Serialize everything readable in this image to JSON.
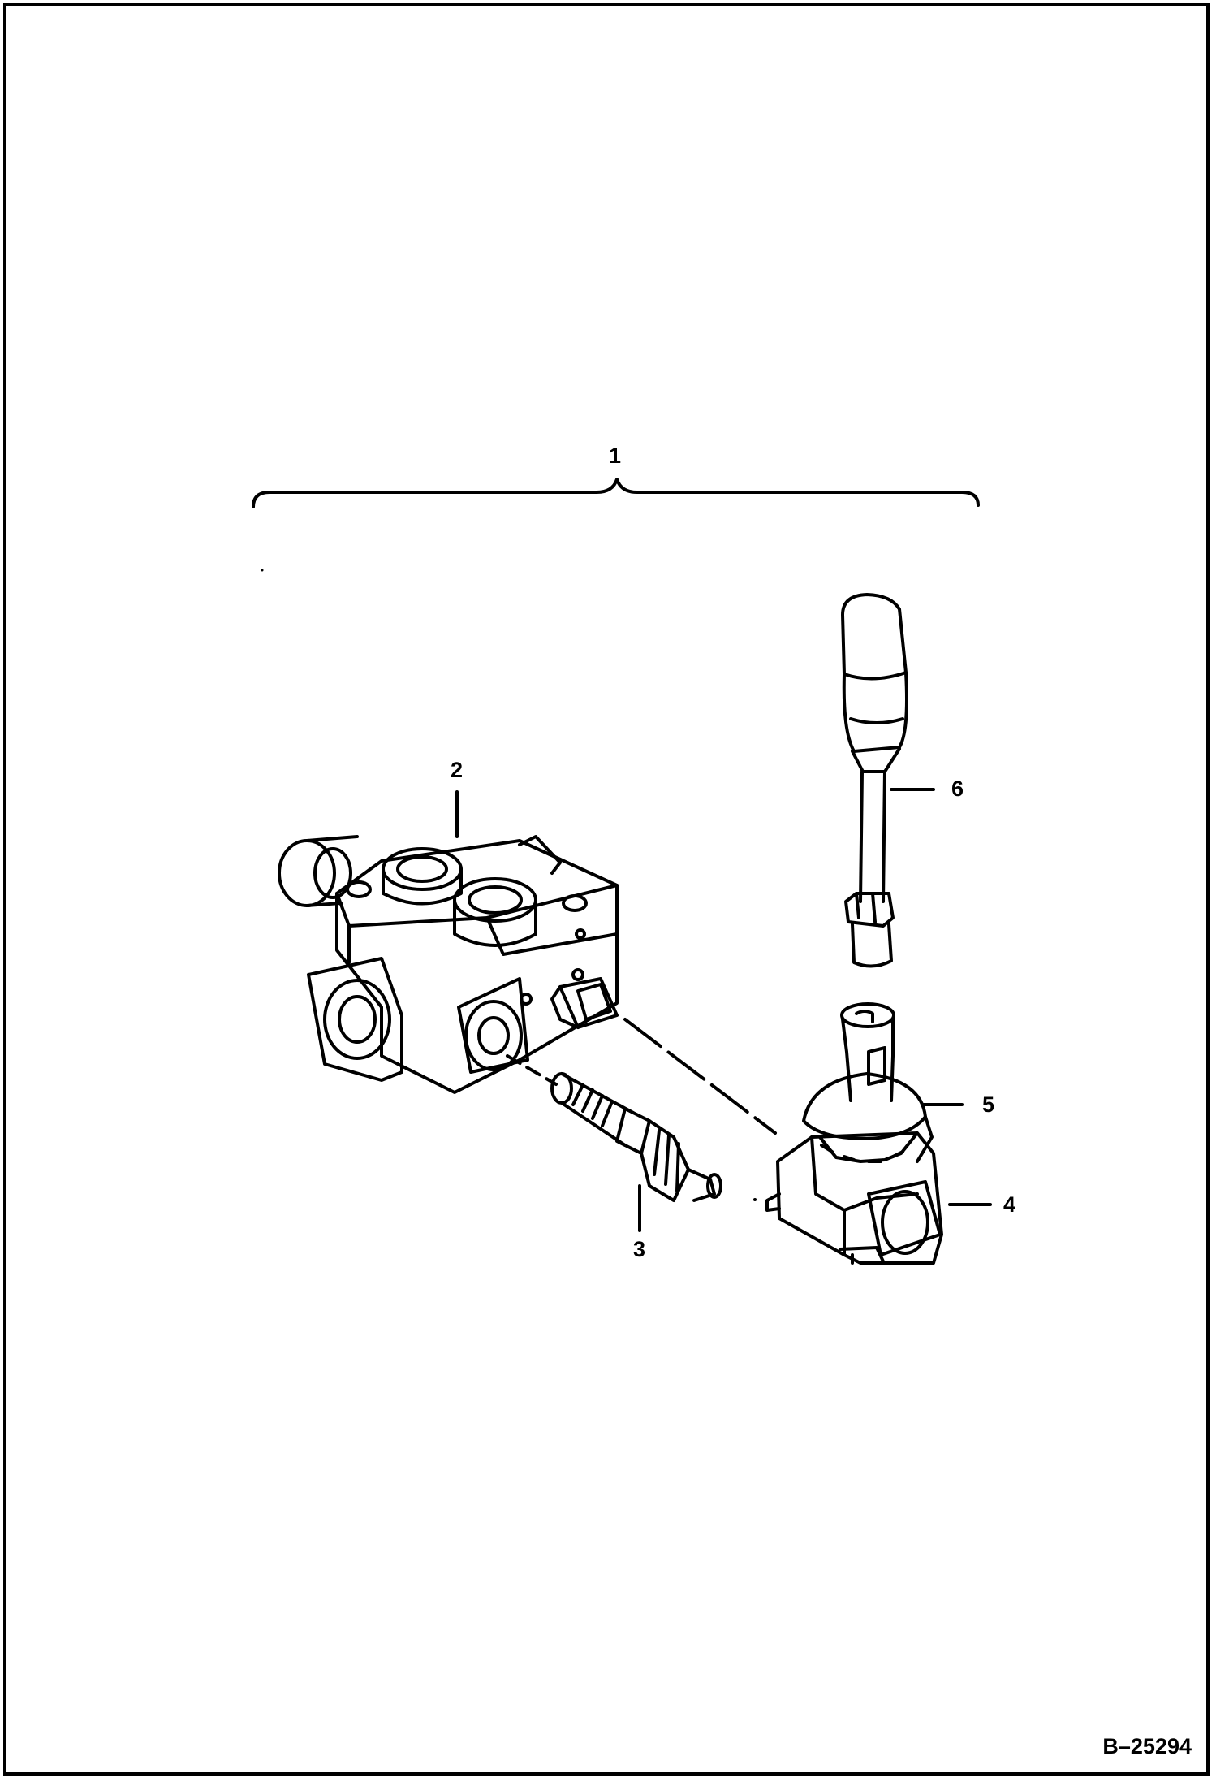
{
  "callouts": {
    "c1": "1",
    "c2": "2",
    "c3": "3",
    "c4": "4",
    "c5": "5",
    "c6": "6"
  },
  "figure_id": "B–25294",
  "colors": {
    "ink": "#000000",
    "paper": "#ffffff"
  }
}
